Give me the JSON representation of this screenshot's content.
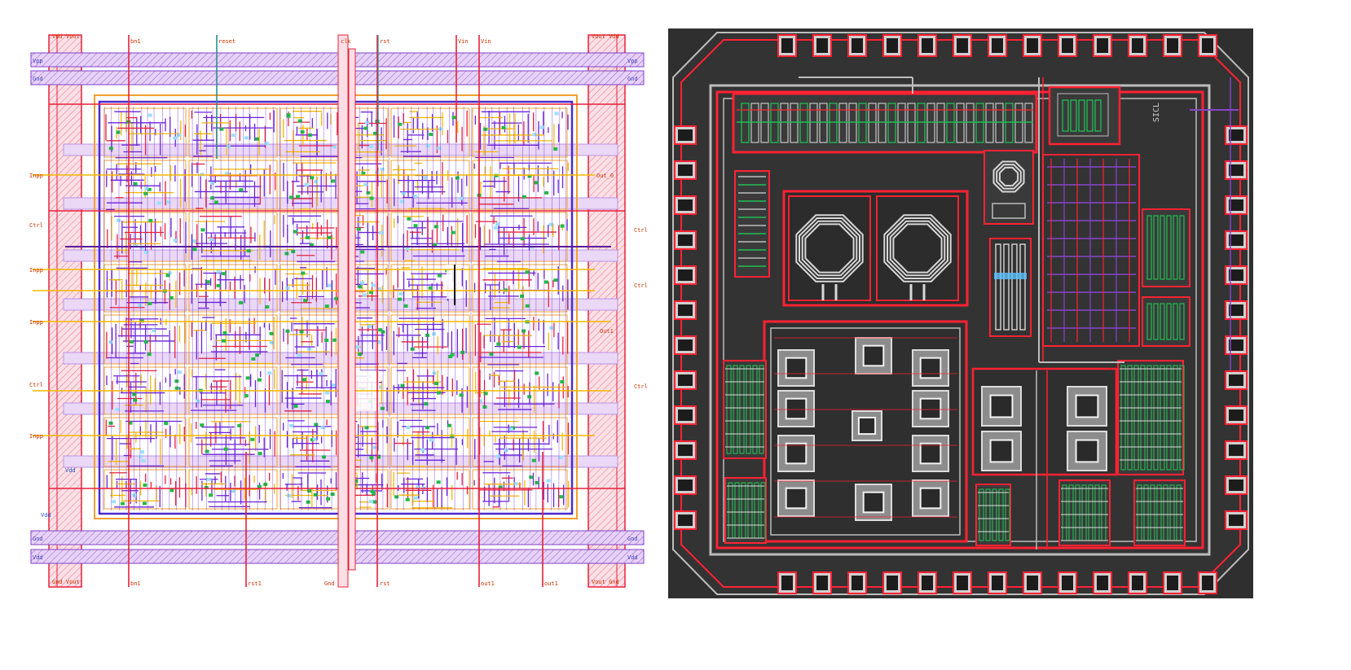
{
  "colors": {
    "metal1": "#6b22d8",
    "metal2": "#e8203a",
    "poly": "#f5b800",
    "diffusion": "#22bb44",
    "contact": "#2b8f8f",
    "cell_outline": "#f0a030",
    "rail_fill": "#d8b8f0",
    "rail_stroke": "#9050d0",
    "well_fill": "#fad0d8",
    "chip_background": "#2f2f2f",
    "chip_wire": "#ff2233",
    "chip_gray": "#bdbdbd",
    "chip_green": "#1fbf55",
    "chip_purple": "#8844cc"
  },
  "left_layout": {
    "corner_labels": [
      {
        "id": "tl",
        "text": "Vdd Vout"
      },
      {
        "id": "tr",
        "text": "Vout Vdd"
      },
      {
        "id": "bl",
        "text": "Gnd Vout"
      },
      {
        "id": "br",
        "text": "Vout Gnd"
      }
    ],
    "rail_labels": [
      {
        "id": "r1l",
        "text": "Vpp"
      },
      {
        "id": "r1r",
        "text": "Vpp"
      },
      {
        "id": "r2l",
        "text": "Gnd"
      },
      {
        "id": "r2r",
        "text": "Gnd"
      },
      {
        "id": "r3l",
        "text": "Gnd"
      },
      {
        "id": "r3r",
        "text": "Gnd"
      },
      {
        "id": "r4l",
        "text": "Vdd"
      },
      {
        "id": "r4r",
        "text": "Vdd"
      }
    ],
    "top_pins": [
      "bn1",
      "reset",
      "clk",
      "rst",
      "Vin",
      "Vin"
    ],
    "bottom_pins": [
      "bn1",
      "rst1",
      "Gnd",
      "rst",
      "out1",
      "out1"
    ],
    "left_pins": [
      "Inpp",
      "Ctrl",
      "Inpp",
      "Inpp",
      "Ctrl",
      "Inpp"
    ],
    "right_pins": [
      "Out_0",
      "Ctrl",
      "Ctrl",
      "Out1",
      "Ctrl"
    ],
    "misc_labels": [
      "Vdd",
      "Vdd"
    ]
  },
  "right_layout": {
    "chip_label": "SICL"
  }
}
